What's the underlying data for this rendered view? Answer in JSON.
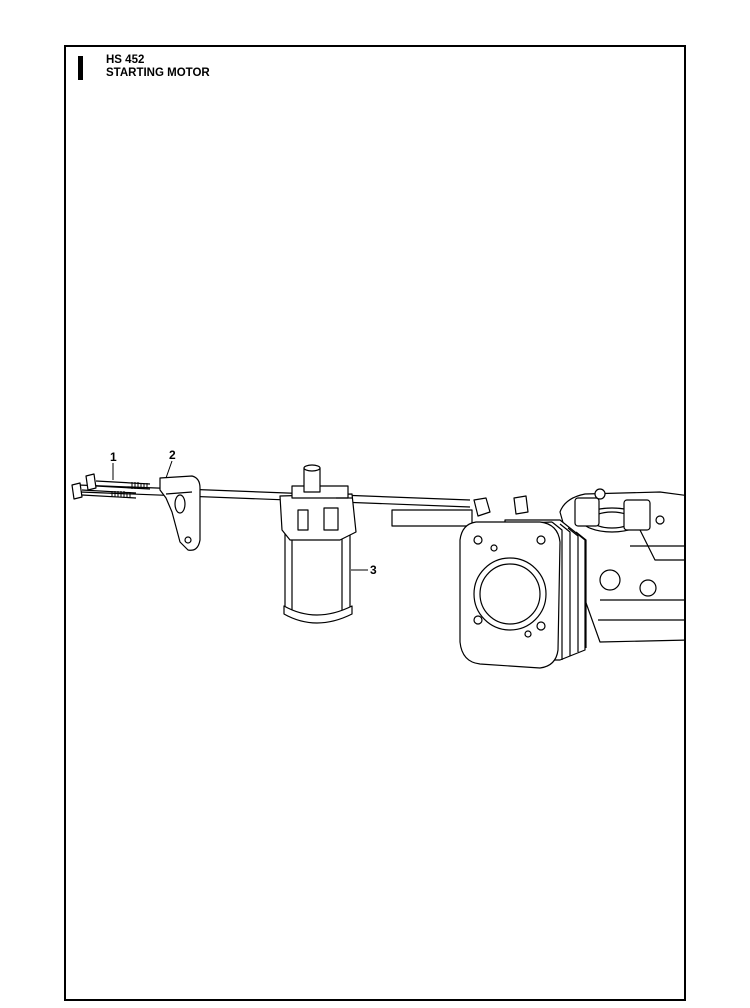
{
  "header": {
    "model": "HS 452",
    "section": "STARTING MOTOR"
  },
  "callouts": [
    {
      "label": "1",
      "part": "bolt"
    },
    {
      "label": "2",
      "part": "bracket"
    },
    {
      "label": "3",
      "part": "starting motor"
    }
  ],
  "colors": {
    "line": "#000000",
    "background": "#ffffff"
  }
}
